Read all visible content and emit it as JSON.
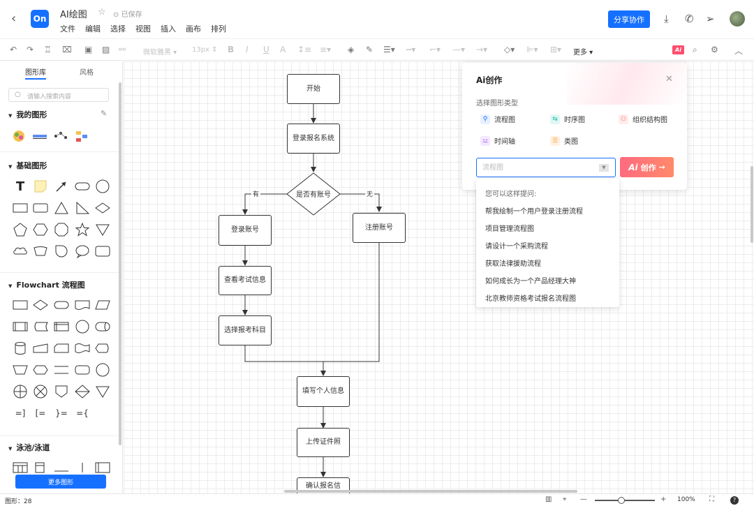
{
  "app": {
    "title": "AI绘图",
    "saved": "已保存",
    "menu": [
      "文件",
      "编辑",
      "选择",
      "视图",
      "插入",
      "画布",
      "排列"
    ],
    "share_label": "分享协作",
    "logo_text": "On"
  },
  "toolbar": {
    "font": "微软雅黑",
    "font_size": "13px",
    "more_label": "更多",
    "ai_badge": "Ai"
  },
  "sidebar": {
    "tabs": [
      "图形库",
      "风格"
    ],
    "search_placeholder": "请输入搜索内容",
    "sections": {
      "my_shapes": "我的图形",
      "basic": "基础图形",
      "flowchart": "Flowchart 流程图",
      "swimlane": "泳池/泳道"
    },
    "more_shapes": "更多图形"
  },
  "flowchart": {
    "nodes": {
      "start": "开始",
      "login_system": "登录报名系统",
      "has_account": "是否有账号",
      "login_account": "登录账号",
      "register": "注册账号",
      "view_info": "查看考试信息",
      "select_subject": "选择报考科目",
      "fill_info": "填写个人信息",
      "upload_id": "上传证件照",
      "confirm": "确认报名信"
    },
    "labels": {
      "yes": "有",
      "no": "无"
    }
  },
  "ai_panel": {
    "title": "Ai创作",
    "subtitle": "选择图形类型",
    "types": [
      "流程图",
      "时序图",
      "组织结构图",
      "时间轴",
      "类图"
    ],
    "input_placeholder": "流程图",
    "create_prefix": "Ai",
    "create_label": "创作",
    "suggest_title": "您可以这样提问:",
    "suggestions": [
      "帮我绘制一个用户登录注册流程",
      "项目管理流程图",
      "请设计一个采购流程",
      "获取法律援助流程",
      "如何成长为一个产品经理大神",
      "北京教师资格考试报名流程图"
    ],
    "colors": {
      "flow": "#1670ff",
      "sequence": "#14b8a6",
      "org": "#ff6a6a",
      "timeline": "#a855f7",
      "class": "#ff9f43"
    }
  },
  "status": {
    "shape_count": "图形：28",
    "zoom": "100%"
  }
}
